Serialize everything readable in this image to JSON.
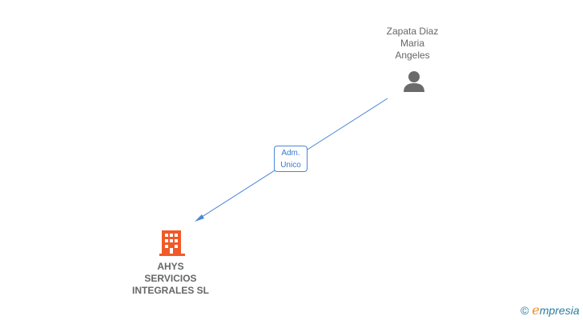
{
  "nodes": {
    "person": {
      "name_lines": [
        "Zapata Diaz",
        "Maria",
        "Angeles"
      ],
      "icon": "person-icon"
    },
    "company": {
      "name_lines": [
        "AHYS",
        "SERVICIOS",
        "INTEGRALES SL"
      ],
      "icon": "building-icon"
    }
  },
  "edge": {
    "label_lines": [
      "Adm.",
      "Unico"
    ]
  },
  "colors": {
    "edge": "#4a86d8",
    "company_icon": "#f05a28",
    "person_icon": "#6b6b6b"
  },
  "logo": {
    "copyright": "©",
    "text": "Empresia"
  }
}
